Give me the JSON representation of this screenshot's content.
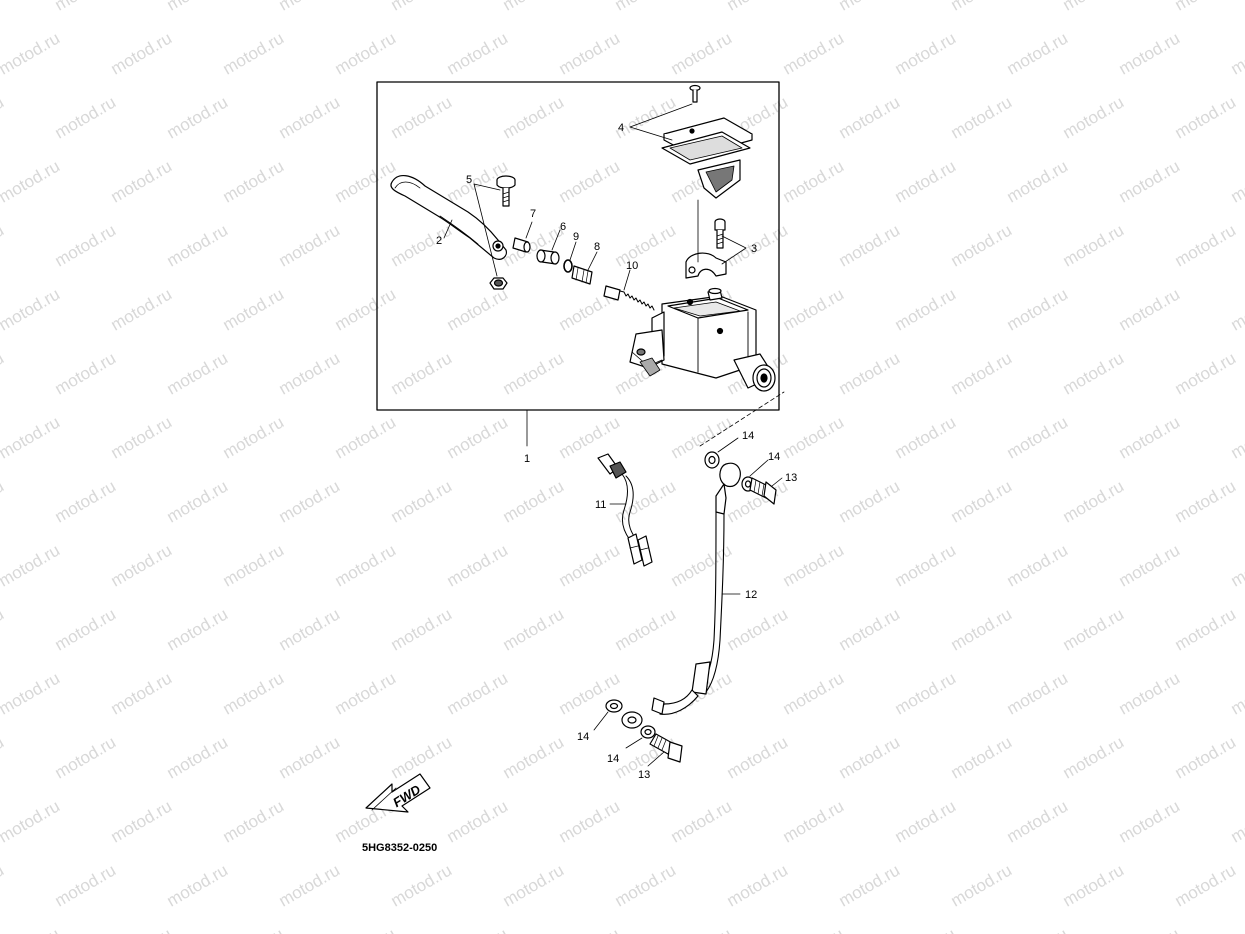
{
  "watermark": "motod.ru",
  "diagram_code": "5HG8352-0250",
  "fwd_label": "FWD",
  "callouts": {
    "c1": "1",
    "c2": "2",
    "c3": "3",
    "c4": "4",
    "c5": "5",
    "c6": "6",
    "c7": "7",
    "c8": "8",
    "c9": "9",
    "c10": "10",
    "c11": "11",
    "c12": "12",
    "c13a": "13",
    "c13b": "13",
    "c14a": "14",
    "c14b": "14",
    "c14c": "14",
    "c14d": "14"
  },
  "colors": {
    "line": "#000000",
    "watermark": "#d8d8d8",
    "shade": "#9a9a9a"
  }
}
